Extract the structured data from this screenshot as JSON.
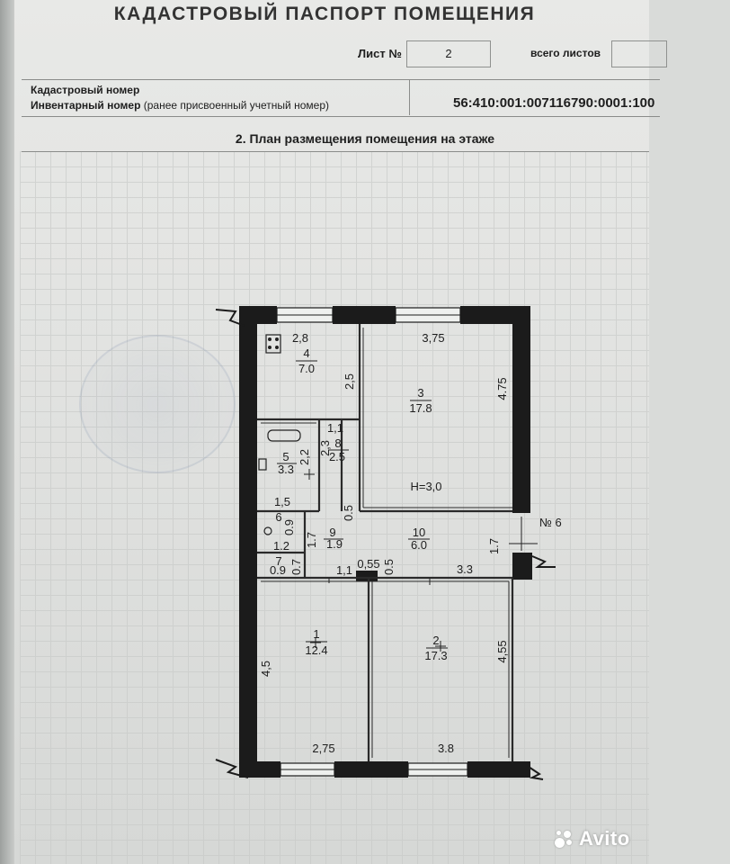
{
  "document": {
    "title": "КАДАСТРОВЫЙ ПАСПОРТ ПОМЕЩЕНИЯ",
    "sheet_label": "Лист №",
    "sheet_number": "2",
    "total_sheets_label": "всего листов",
    "cadastral_label": "Кадастровый номер",
    "inventory_label": "Инвентарный номер",
    "inventory_note": "(ранее присвоенный учетный номер)",
    "inventory_number": "56:410:001:007116790:0001:100",
    "section_title": "2. План размещения помещения на этаже"
  },
  "floor_plan": {
    "rooms": [
      {
        "number": "1",
        "area": "12.4"
      },
      {
        "number": "2",
        "area": "17.3"
      },
      {
        "number": "3",
        "area": "17.8"
      },
      {
        "number": "4",
        "area": "7.0"
      },
      {
        "number": "5",
        "area": "3.3"
      },
      {
        "number": "6",
        "area": "0.9"
      },
      {
        "number": "7",
        "area": "0.7"
      },
      {
        "number": "8",
        "area": "2.5"
      },
      {
        "number": "9",
        "area": "1.9"
      },
      {
        "number": "10",
        "area": "6.0"
      }
    ],
    "dimensions": {
      "top_left": "2,8",
      "top_right": "3,75",
      "right_room3": "4.75",
      "room4_height": "2,5",
      "bottom_left": "2,75",
      "bottom_right": "3.8",
      "left_wall": "4,5",
      "right_lower": "4,55",
      "room8_width": "1,1",
      "room8_height": "2,3",
      "room5_height": "2,2",
      "room5_width": "1,5",
      "room6_width": "1.2",
      "room7_width": "0.9",
      "room9_height": "1.7",
      "room7_height": "0.7",
      "corridor_1": "1,1",
      "corridor_2": "0,55",
      "corridor_3": "3.3",
      "door_05_a": "0.5",
      "door_05_b": "0.5",
      "stair_width": "1.7"
    },
    "ceiling_height": "H=3,0",
    "stair_label": "№ 6"
  },
  "watermark": {
    "brand": "Avito"
  }
}
